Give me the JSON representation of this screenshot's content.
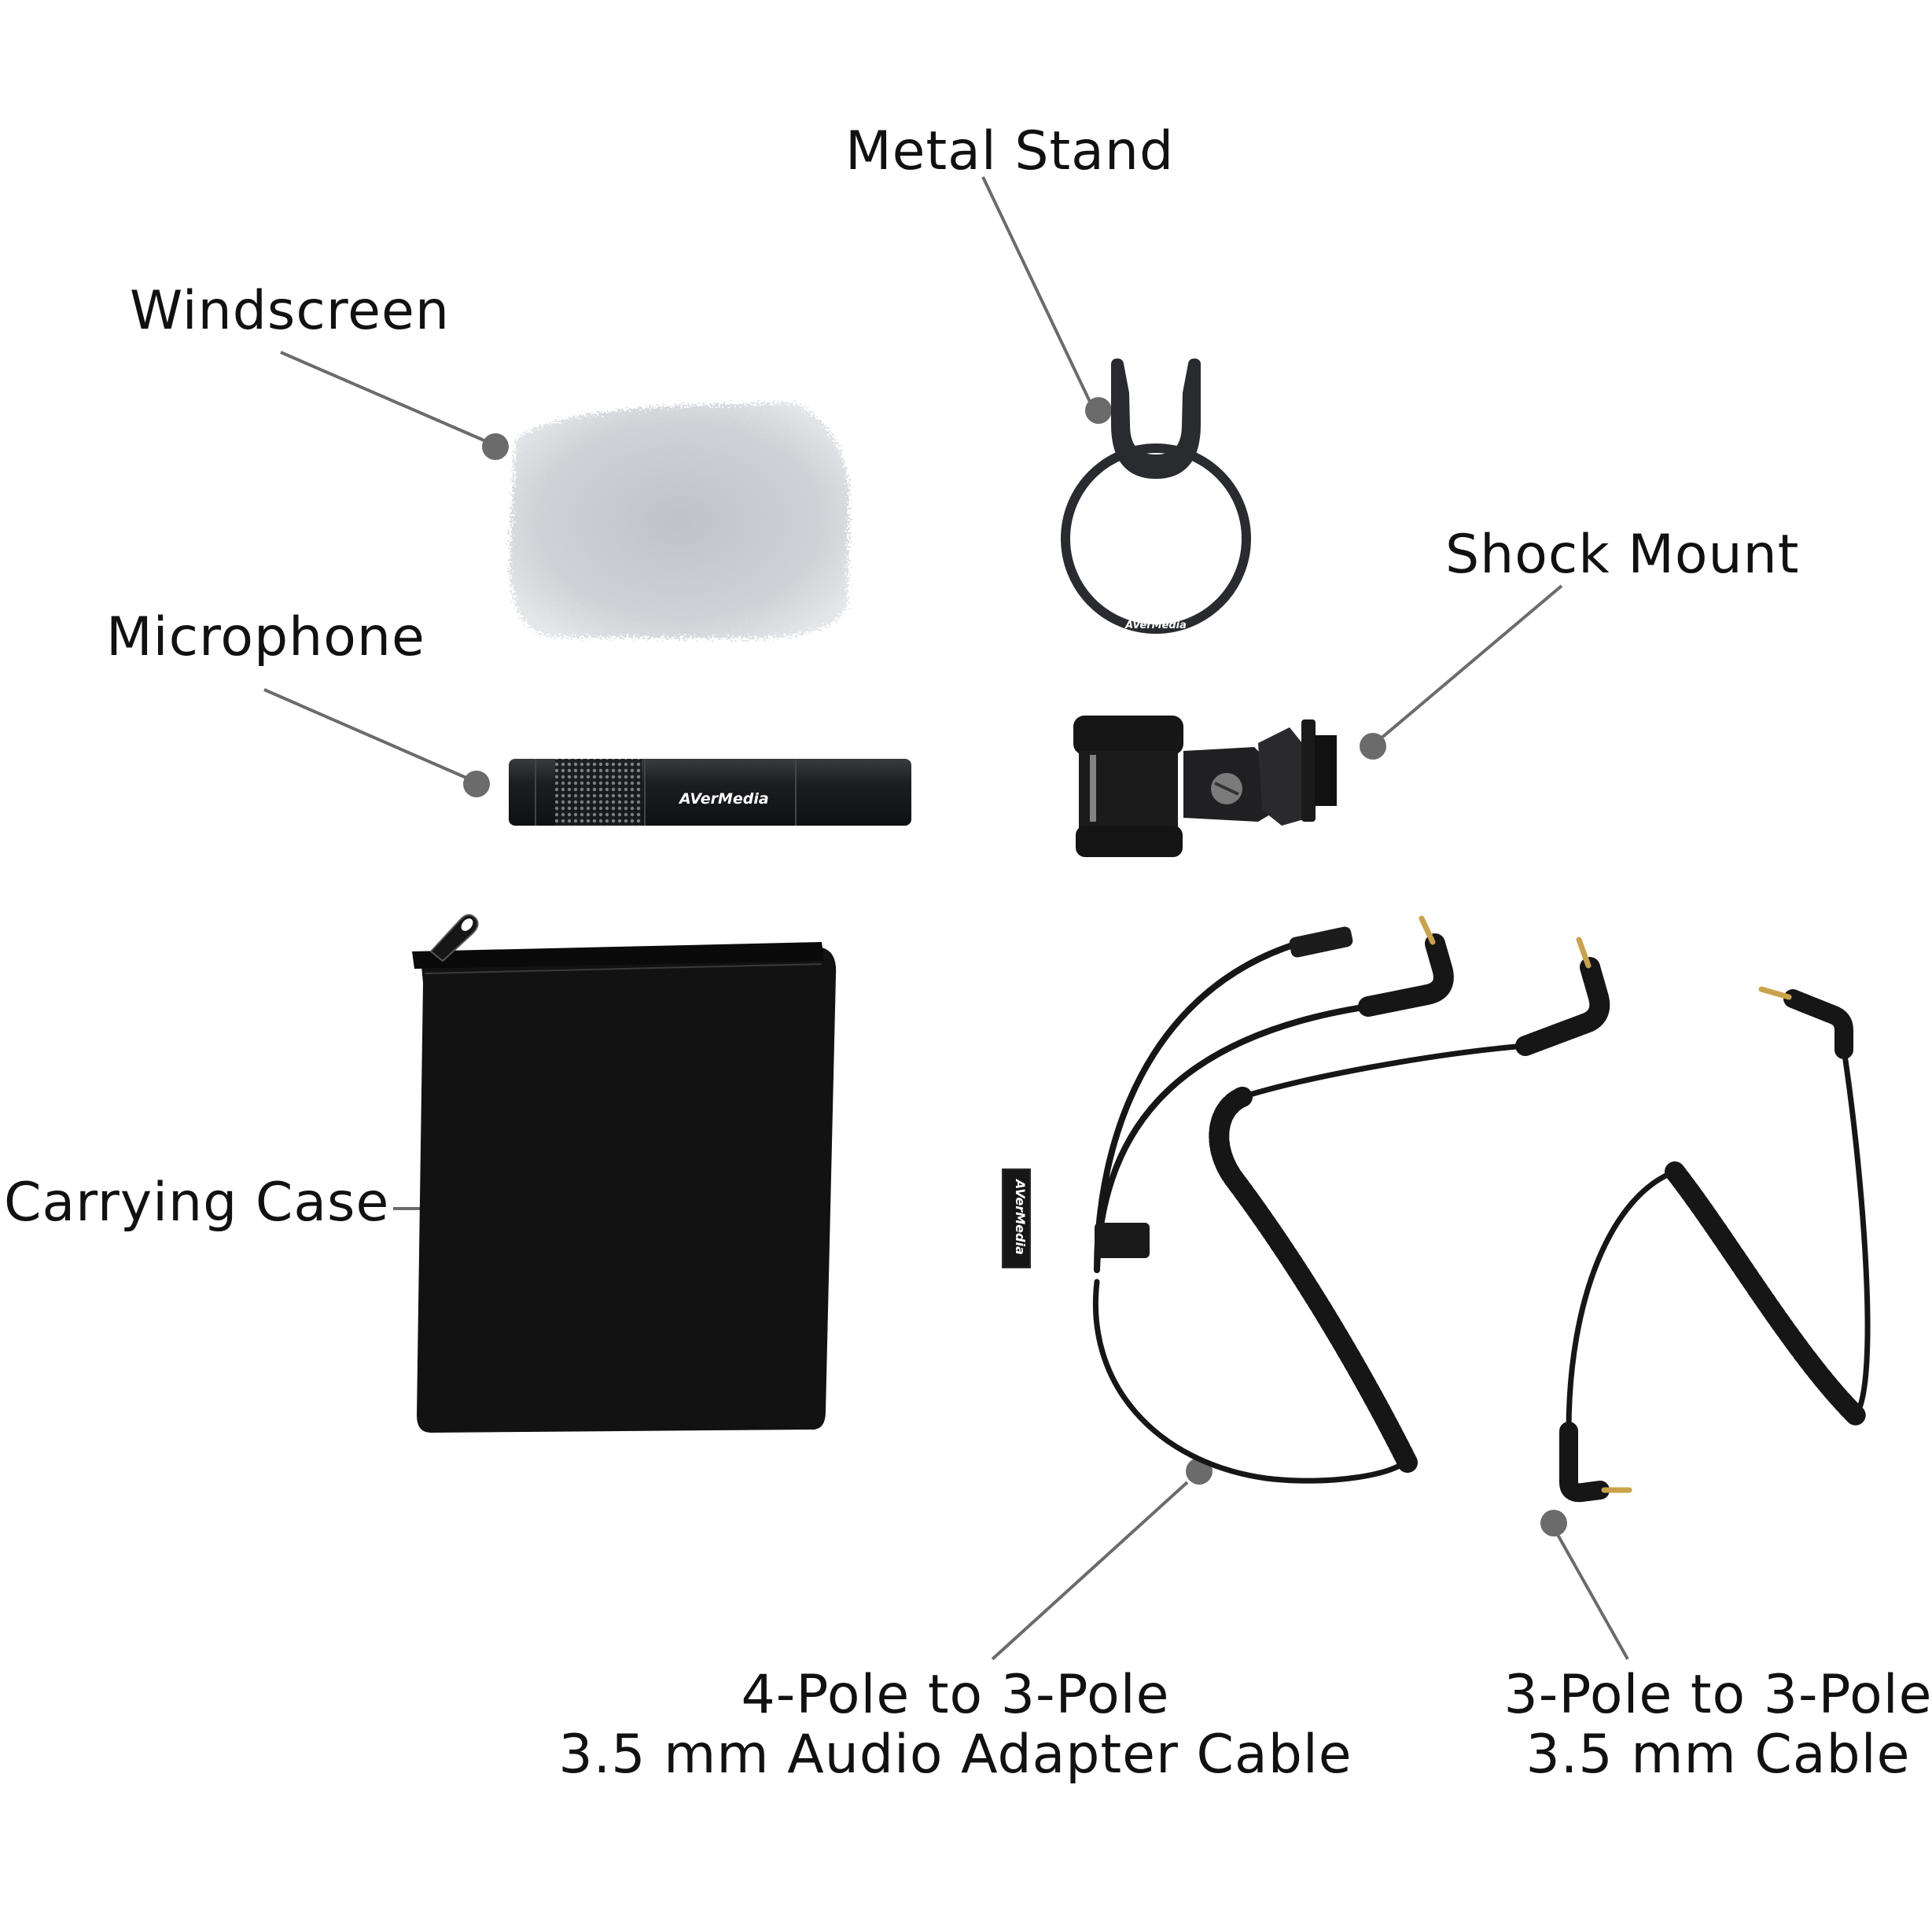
{
  "colors": {
    "background": "#ffffff",
    "label_text": "#111111",
    "leader_line": "#6b6b6b",
    "leader_dot": "#6b6b6b",
    "product_black": "#1c1c1e",
    "windscreen_fur": "#c9ccd0",
    "brass_plug": "#c9a24a"
  },
  "brand": "AVerMedia",
  "items": [
    {
      "id": "metal-stand",
      "label": "Metal Stand"
    },
    {
      "id": "windscreen",
      "label": "Windscreen"
    },
    {
      "id": "microphone",
      "label": "Microphone"
    },
    {
      "id": "shock-mount",
      "label": "Shock Mount"
    },
    {
      "id": "carrying-case",
      "label": "Carrying Case"
    },
    {
      "id": "adapter-cable",
      "label_line1": "4-Pole to 3-Pole",
      "label_line2": "3.5 mm Audio Adapter Cable"
    },
    {
      "id": "stereo-cable",
      "label_line1": "3-Pole to 3-Pole",
      "label_line2": "3.5 mm Cable"
    }
  ]
}
